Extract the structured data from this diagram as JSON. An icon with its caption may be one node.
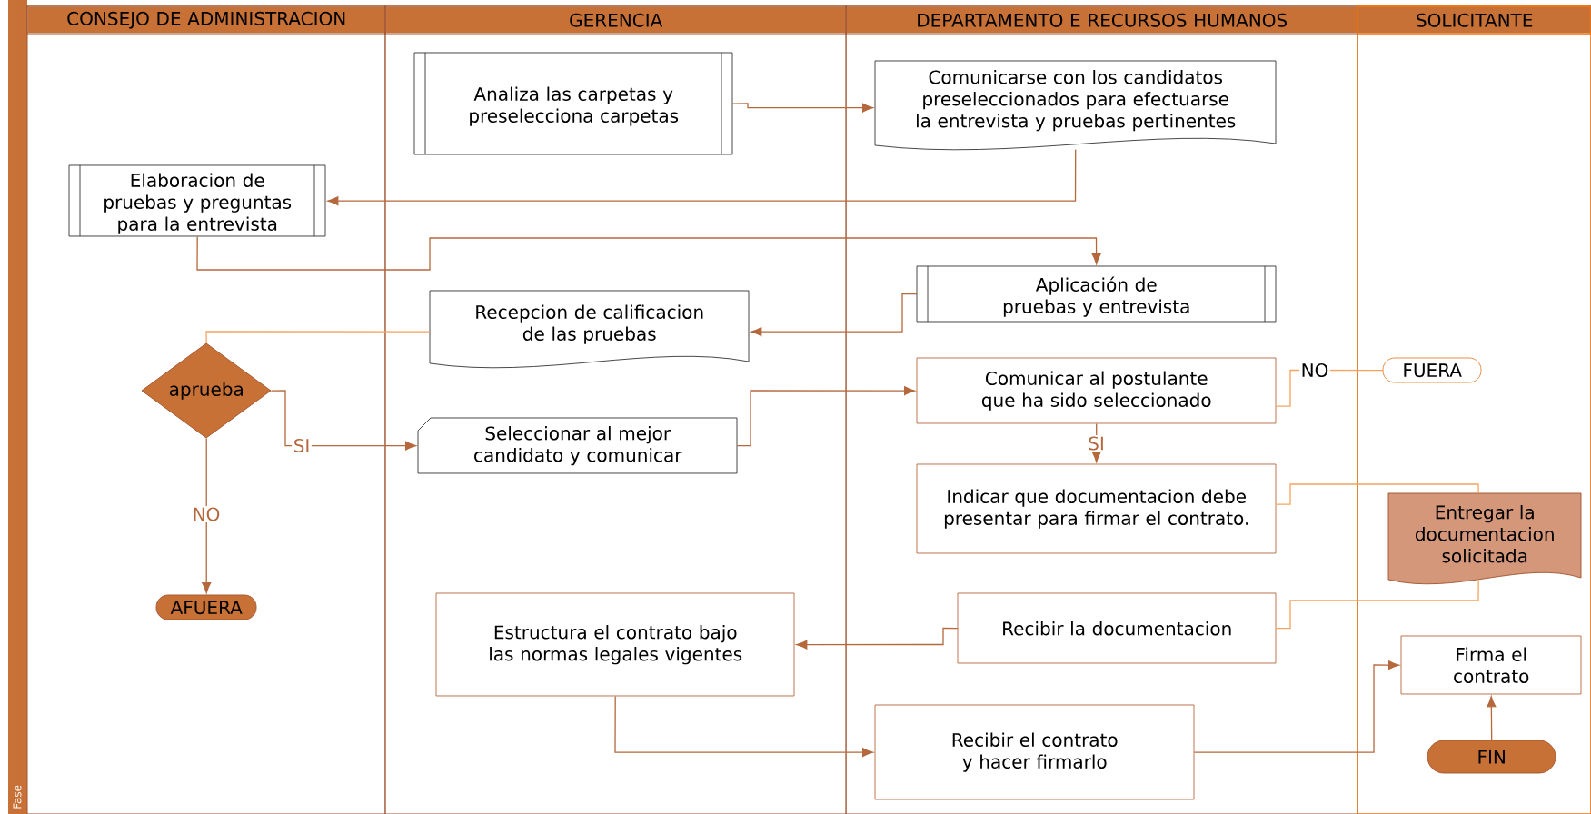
{
  "diagram": {
    "nodes": [
      {
        "text": [
          "CONSEJO DE ADMINISTRACION"
        ]
      },
      {
        "text": [
          "GERENCIA"
        ]
      },
      {
        "text": [
          "DEPARTAMENTO E RECURSOS HUMANOS"
        ]
      },
      {
        "text": [
          "SOLICITANTE"
        ]
      },
      {
        "text": [
          "Analiza las carpetas y preselecciona carpetas"
        ],
        "in": 1
      },
      {
        "text": [
          "Comunicarse con los candidatos preseleccionados para efectuarse la entrevista y pruebas pertinentes"
        ],
        "in": 2
      },
      {
        "text": [
          "Elaboracion de pruebas y preguntas para la entrevista"
        ],
        "in": 0
      },
      {
        "text": [
          "Aplicación de pruebas y entrevista"
        ],
        "in": 2
      },
      {
        "text": [
          "Recepcion de calificacion de las pruebas"
        ],
        "in": 1
      },
      {
        "text": [
          "aprueba"
        ],
        "in": 0
      },
      {
        "text": [
          "Comunicar al postulante que ha sido seleccionado"
        ],
        "in": 2
      },
      {
        "text": [
          "FUERA"
        ],
        "in": 3
      },
      {
        "text": [
          "Seleccionar al mejor candidato y comunicar"
        ],
        "in": 1
      },
      {
        "text": [
          "Indicar que documentacion debe presentar para firmar el contrato."
        ],
        "in": 2
      },
      {
        "text": [
          "Entregar la documentacion solicitada"
        ],
        "in": 3
      },
      {
        "text": [
          "AFUERA"
        ],
        "in": 0
      },
      {
        "text": [
          "Estructura el contrato bajo las normas legales vigentes"
        ],
        "in": 1
      },
      {
        "text": [
          "Recibir la documentacion"
        ],
        "in": 2
      },
      {
        "text": [
          "Firma el contrato"
        ],
        "in": 3
      },
      {
        "text": [
          "Recibir el contrato y hacer firmarlo"
        ],
        "in": 2
      },
      {
        "text": [
          "FIN"
        ],
        "in": 3
      }
    ],
    "edges": [
      {
        "from": 4,
        "to": 5,
        "arrow": "to"
      },
      {
        "from": 5,
        "to": 6,
        "arrow": "to"
      },
      {
        "from": 6,
        "to": 7,
        "arrow": "to"
      },
      {
        "from": 7,
        "to": 8,
        "arrow": "to"
      },
      {
        "from": 8,
        "to": 9,
        "arrow": "none",
        "color": "#f4a460"
      },
      {
        "from": 9,
        "to": 12,
        "arrow": "to",
        "label": "SI"
      },
      {
        "from": 9,
        "to": 15,
        "arrow": "to",
        "label": "NO"
      },
      {
        "from": 12,
        "to": 10,
        "arrow": "to"
      },
      {
        "from": 10,
        "to": 11,
        "arrow": "none",
        "label": "NO",
        "color": "#f4a460"
      },
      {
        "from": 10,
        "to": 13,
        "arrow": "to",
        "label": "SI"
      },
      {
        "from": 14,
        "to": 13,
        "arrow": "none",
        "color": "#f4a460"
      },
      {
        "from": 14,
        "to": 17,
        "arrow": "none",
        "color": "#f4a460"
      },
      {
        "from": 17,
        "to": 16,
        "arrow": "to"
      },
      {
        "from": 16,
        "to": 19,
        "arrow": "to"
      },
      {
        "from": 19,
        "to": 18,
        "arrow": "to"
      },
      {
        "from": 20,
        "to": 18,
        "arrow": "to"
      }
    ],
    "labels": [
      "Fase"
    ]
  }
}
